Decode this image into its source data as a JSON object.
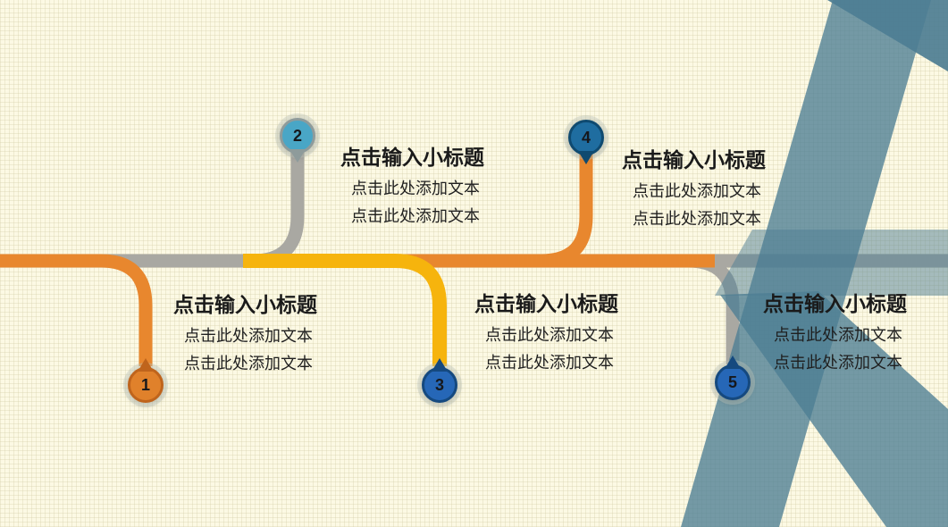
{
  "palette": {
    "background": "#fcf9e4",
    "road_gray": "#a9a8a2",
    "road_orange": "#e8872e",
    "road_yellow": "#f6b40d",
    "ribbon_teal": "#4d7d93",
    "pin_orange": "#e0812b",
    "pin_light_blue": "#49a6c6",
    "pin_blue": "#2667b7",
    "pin_dark_blue": "#1f6da0"
  },
  "items": [
    {
      "number": "1",
      "title": "点击输入小标题",
      "lines": [
        "点击此处添加文本",
        "点击此处添加文本"
      ]
    },
    {
      "number": "2",
      "title": "点击输入小标题",
      "lines": [
        "点击此处添加文本",
        "点击此处添加文本"
      ]
    },
    {
      "number": "3",
      "title": "点击输入小标题",
      "lines": [
        "点击此处添加文本",
        "点击此处添加文本"
      ]
    },
    {
      "number": "4",
      "title": "点击输入小标题",
      "lines": [
        "点击此处添加文本",
        "点击此处添加文本"
      ]
    },
    {
      "number": "5",
      "title": "点击输入小标题",
      "lines": [
        "点击此处添加文本",
        "点击此处添加文本"
      ]
    }
  ]
}
